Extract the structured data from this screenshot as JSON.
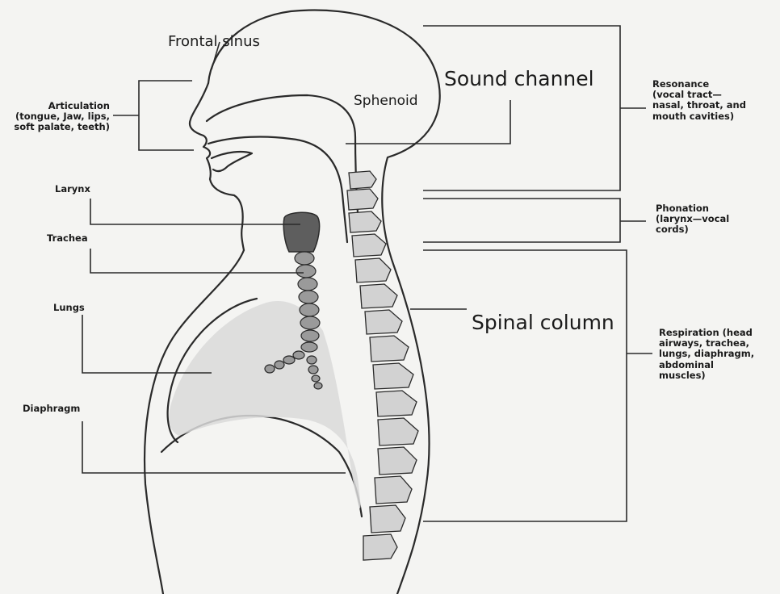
{
  "diagram": {
    "left_labels": {
      "articulation": "Articulation\n(tongue, Jaw, lips,\nsoft palate, teeth)",
      "larynx": "Larynx",
      "trachea": "Trachea",
      "lungs": "Lungs",
      "diaphragm": "Diaphragm"
    },
    "inner_labels": {
      "frontal_sinus": "Frontal sinus",
      "sphenoid": "Sphenoid",
      "sound_channel": "Sound channel",
      "spinal_column": "Spinal column"
    },
    "right_labels": {
      "resonance": "Resonance\n(vocal tract—\nnasal, throat, and\nmouth cavities)",
      "phonation": "Phonation\n(larynx—vocal\ncords)",
      "respiration": "Respiration (head\nairways, trachea,\nlungs, diaphragm,\nabdominal\nmuscles)"
    },
    "colors": {
      "line": "#2a2a2a",
      "larynx_fill": "#5e5e5e",
      "trachea_fill": "#9a9a9a",
      "lung_fill": "#d9d9d9",
      "vertebra_fill": "#d2d2d2"
    }
  }
}
